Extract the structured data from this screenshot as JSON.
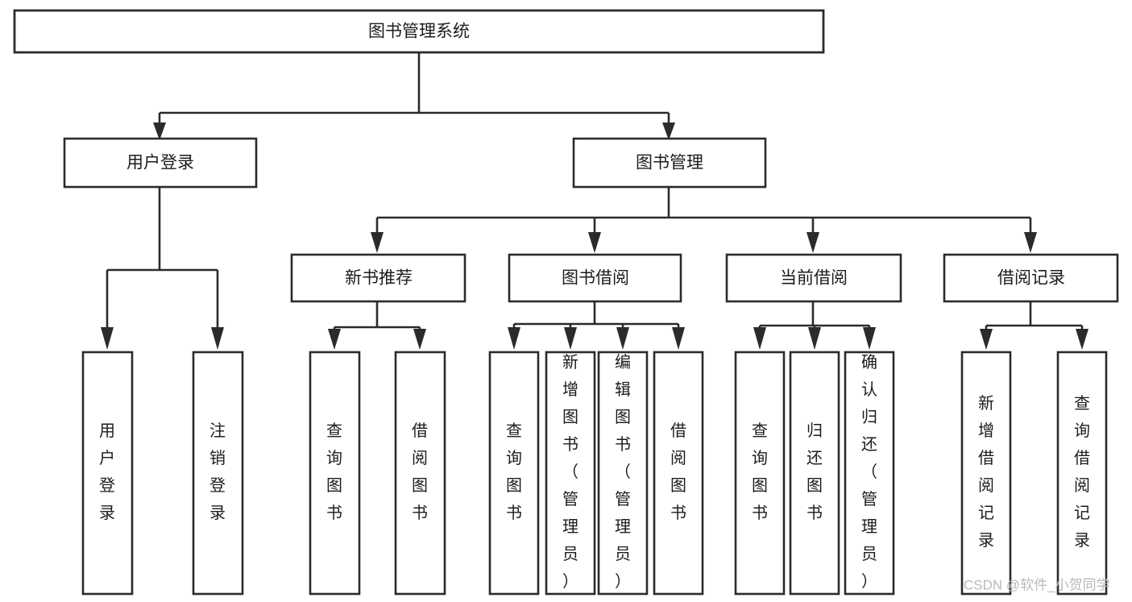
{
  "diagram": {
    "title": "图书管理系统",
    "type": "tree-hierarchy",
    "root": {
      "id": "root",
      "label": "图书管理系统"
    },
    "level2": [
      {
        "id": "user-login",
        "label": "用户登录"
      },
      {
        "id": "book-manage",
        "label": "图书管理"
      }
    ],
    "level3": [
      {
        "id": "new-book-recommend",
        "label": "新书推荐",
        "parent": "book-manage"
      },
      {
        "id": "book-borrow",
        "label": "图书借阅",
        "parent": "book-manage"
      },
      {
        "id": "current-borrow",
        "label": "当前借阅",
        "parent": "book-manage"
      },
      {
        "id": "borrow-record",
        "label": "借阅记录",
        "parent": "book-manage"
      }
    ],
    "leaves": {
      "user_login": [
        {
          "id": "leaf-user-login",
          "label": "用户登录"
        },
        {
          "id": "leaf-logout-login",
          "label": "注销登录"
        }
      ],
      "new_book_recommend": [
        {
          "id": "leaf-query-book-1",
          "label": "查询图书"
        },
        {
          "id": "leaf-borrow-book-1",
          "label": "借阅图书"
        }
      ],
      "book_borrow": [
        {
          "id": "leaf-query-book-2",
          "label": "查询图书"
        },
        {
          "id": "leaf-add-book-admin",
          "label": "新增图书（管理员）"
        },
        {
          "id": "leaf-edit-book-admin",
          "label": "编辑图书（管理员）"
        },
        {
          "id": "leaf-borrow-book-2",
          "label": "借阅图书"
        }
      ],
      "current_borrow": [
        {
          "id": "leaf-query-book-3",
          "label": "查询图书"
        },
        {
          "id": "leaf-return-book",
          "label": "归还图书"
        },
        {
          "id": "leaf-confirm-return-admin",
          "label": "确认归还（管理员）"
        }
      ],
      "borrow_record": [
        {
          "id": "leaf-add-borrow-record",
          "label": "新增借阅记录"
        },
        {
          "id": "leaf-query-borrow-record",
          "label": "查询借阅记录"
        }
      ]
    }
  },
  "watermark": {
    "text": "CSDN @软件_小贺同学"
  },
  "colors": {
    "box_stroke": "#2b2b2b",
    "box_fill": "#ffffff",
    "text": "#1c1c1c",
    "background": "#ffffff",
    "watermark": "#b9b9b9"
  }
}
